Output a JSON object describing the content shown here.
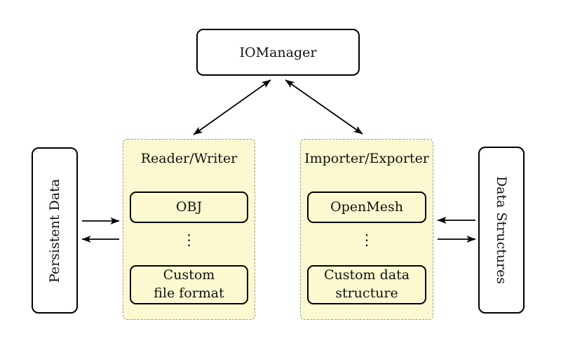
{
  "colors": {
    "background": "#ffffff",
    "group_fill": "#fcf9d1",
    "group_border": "#9a9a9a",
    "node_border": "#000000",
    "node_fill": "#ffffff",
    "arrow": "#000000",
    "text": "#111111"
  },
  "nodes": {
    "iomanager": {
      "label": "IOManager"
    },
    "persistent_data": {
      "label": "Persistent Data"
    },
    "data_structures": {
      "label": "Data Structures"
    },
    "reader_writer": {
      "title": "Reader/Writer",
      "box1": "OBJ",
      "dots": "⋮",
      "box2": "Custom\nfile format"
    },
    "importer_exporter": {
      "title": "Importer/Exporter",
      "box1": "OpenMesh",
      "dots": "⋮",
      "box2": "Custom data\nstructure"
    }
  }
}
